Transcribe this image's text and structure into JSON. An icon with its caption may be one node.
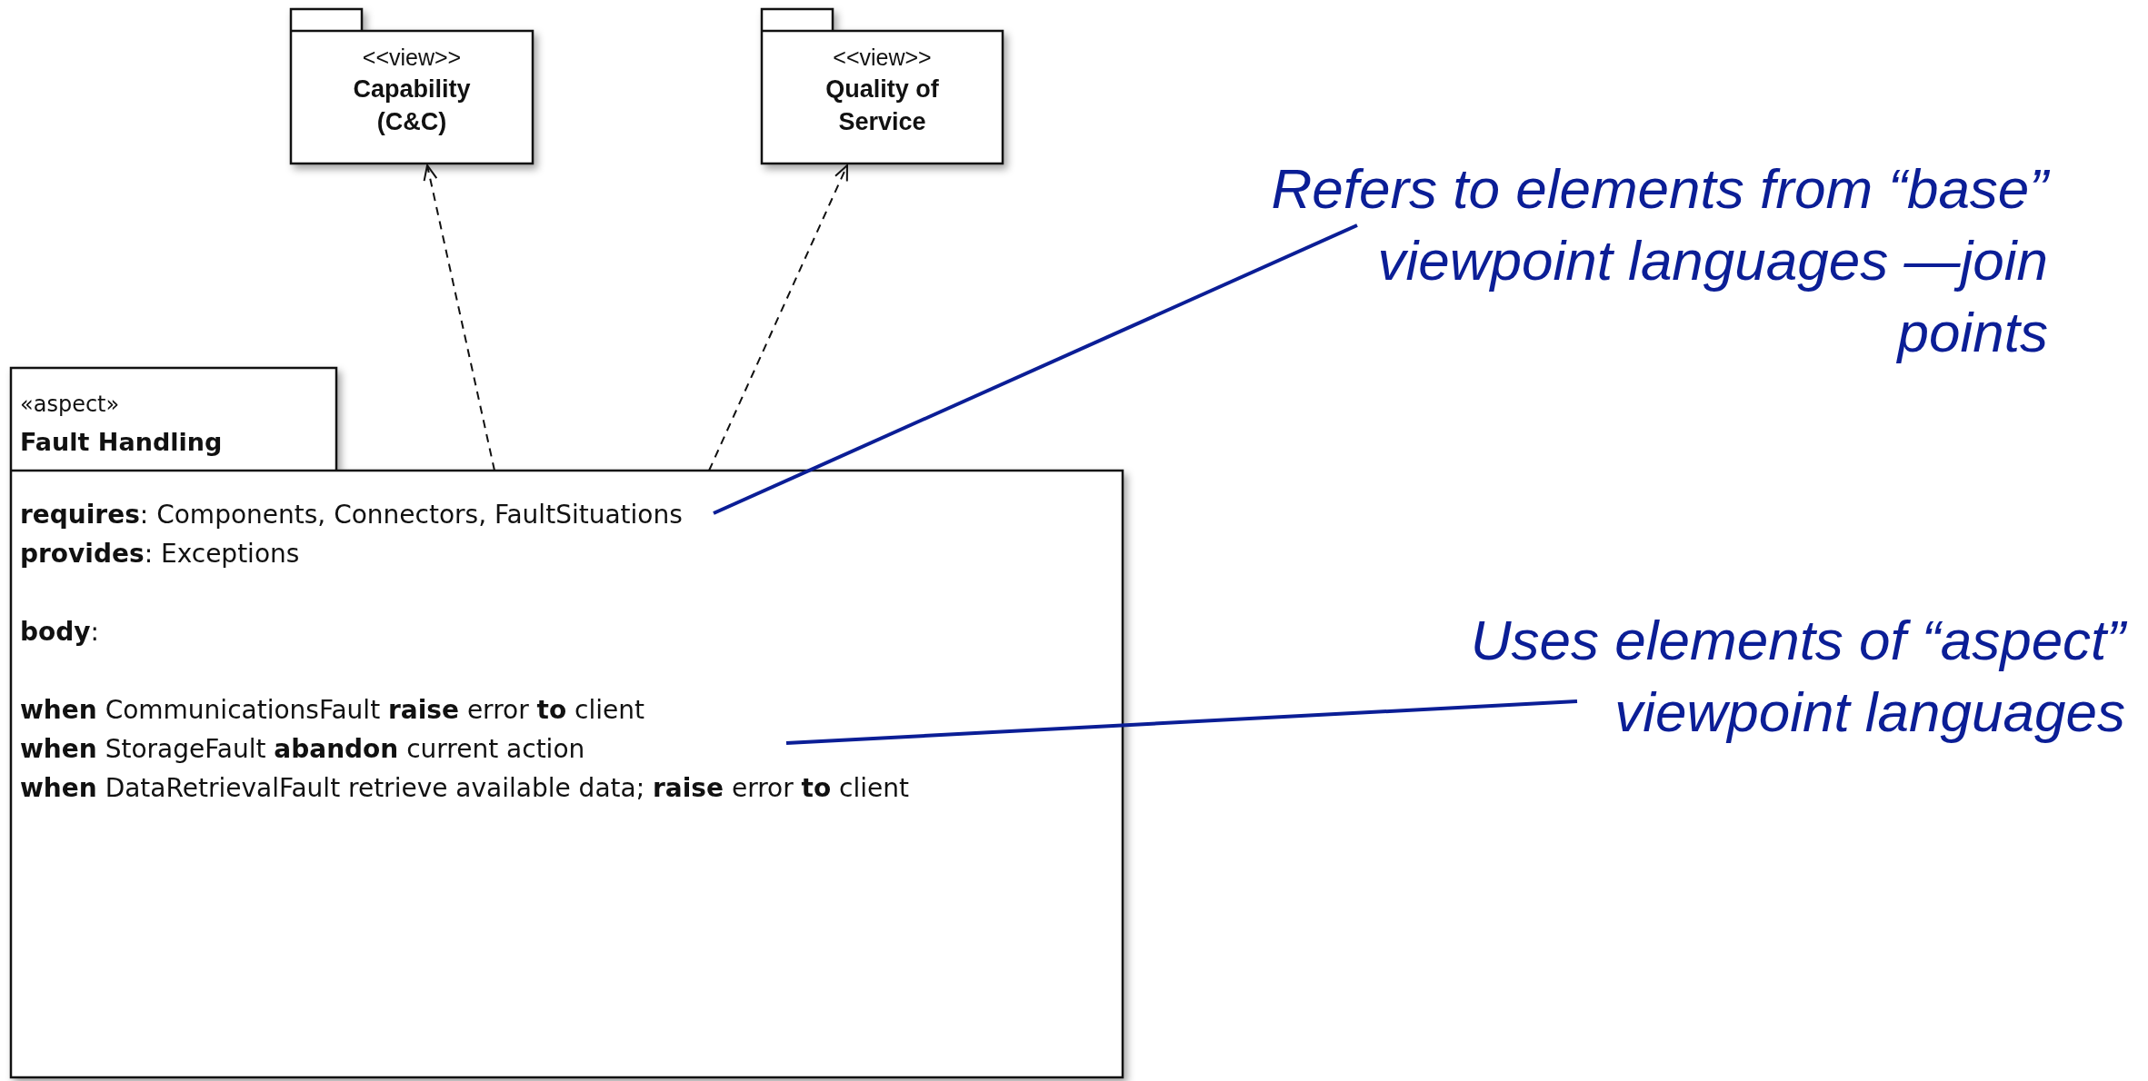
{
  "diagram": {
    "nodes": [
      {
        "text": [
          "<<view>>",
          "Capability (C&C)"
        ]
      },
      {
        "text": [
          "<<view>>",
          "Quality of Service"
        ]
      },
      {
        "text": [
          "«aspect»",
          "Fault Handling",
          "**requires**: Components, Connectors, FaultSituations",
          "**provides**: Exceptions",
          "**body**:",
          "**when** CommunicationsFault **raise** error **to** client",
          "**when** StorageFault **abandon** current action",
          "**when** DataRetrievalFault retrieve available data; **raise** error **to** client"
        ]
      },
      {
        "text": [
          "Refers to elements from “base” viewpoint languages —join points"
        ]
      },
      {
        "text": [
          "Uses elements of “aspect” viewpoint languages"
        ]
      }
    ],
    "edges": [
      {
        "from": 2,
        "to": 0,
        "arrow": "to",
        "style": "dashed"
      },
      {
        "from": 2,
        "to": 1,
        "arrow": "to",
        "style": "dashed"
      },
      {
        "from": 3,
        "to": 2,
        "arrow": "none",
        "color": "#0b1e96"
      },
      {
        "from": 4,
        "to": 2,
        "arrow": "none",
        "color": "#0b1e96"
      }
    ]
  }
}
